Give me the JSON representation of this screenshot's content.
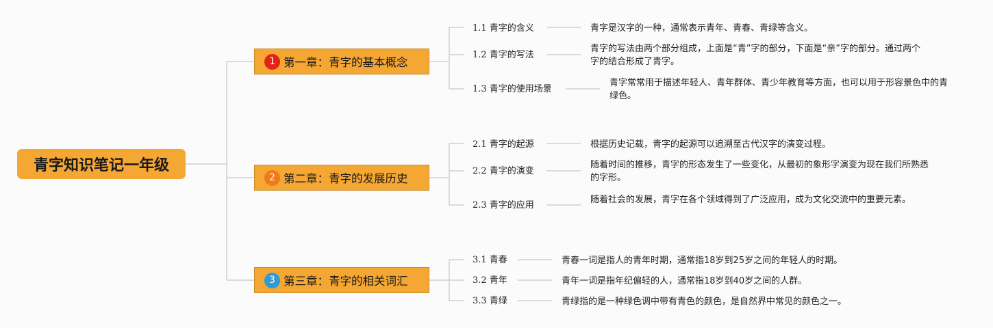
{
  "root": {
    "title": "青字知识笔记一年级"
  },
  "chapters": [
    {
      "number": "1",
      "title": "第一章：青字的基本概念",
      "badge_color": "#e2231a",
      "items": [
        {
          "title": "1.1 青字的含义",
          "desc": "青字是汉字的一种，通常表示青年、青春、青绿等含义。"
        },
        {
          "title": "1.2 青字的写法",
          "desc": "青字的写法由两个部分组成，上面是“青”字的部分，下面是“亲”字的部分。通过两个字的结合形成了青字。"
        },
        {
          "title": "1.3 青字的使用场景",
          "desc": "青字常常用于描述年轻人、青年群体、青少年教育等方面，也可以用于形容景色中的青绿色。"
        }
      ]
    },
    {
      "number": "2",
      "title": "第二章：青字的发展历史",
      "badge_color": "#f07a1a",
      "items": [
        {
          "title": "2.1 青字的起源",
          "desc": "根据历史记载，青字的起源可以追溯至古代汉字的演变过程。"
        },
        {
          "title": "2.2 青字的演变",
          "desc": "随着时间的推移，青字的形态发生了一些变化，从最初的象形字演变为现在我们所熟悉的字形。"
        },
        {
          "title": "2.3 青字的应用",
          "desc": "随着社会的发展，青字在各个领域得到了广泛应用，成为文化交流中的重要元素。"
        }
      ]
    },
    {
      "number": "3",
      "title": "第三章：青字的相关词汇",
      "badge_color": "#2e9bd6",
      "items": [
        {
          "title": "3.1 青春",
          "desc": "青春一词是指人的青年时期，通常指18岁到25岁之间的年轻人的时期。"
        },
        {
          "title": "3.2 青年",
          "desc": "青年一词是指年纪偏轻的人，通常指18岁到40岁之间的人群。"
        },
        {
          "title": "3.3 青绿",
          "desc": "青绿指的是一种绿色调中带有青色的颜色，是自然界中常见的颜色之一。"
        }
      ]
    }
  ],
  "colors": {
    "node_fill": "#f5a733",
    "connector": "#c8c8c8"
  }
}
